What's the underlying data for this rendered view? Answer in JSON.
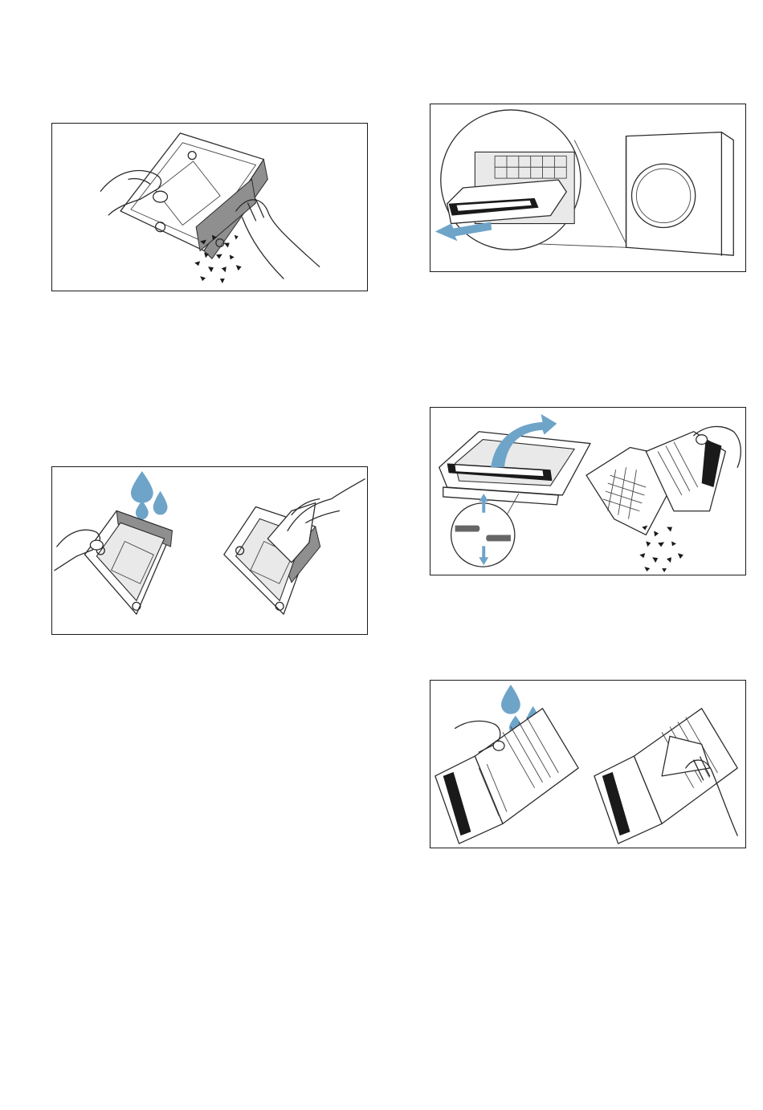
{
  "figures": [
    {
      "name": "emptying-filter-lint",
      "icon": "lint-shake-illustration"
    },
    {
      "name": "rinsing-and-wiping-filter",
      "icon": "rinse-wipe-illustration"
    },
    {
      "name": "removing-fluff-filter-from-dryer",
      "icon": "pull-filter-illustration"
    },
    {
      "name": "opening-filter-and-removing-lint",
      "icon": "open-filter-illustration"
    },
    {
      "name": "rinsing-and-wiping-open-filter",
      "icon": "rinse-wipe-open-filter-illustration"
    }
  ],
  "colors": {
    "water": "#6fa4c9",
    "lint": "#1a1a1a",
    "frame": "#1a1a1a"
  }
}
